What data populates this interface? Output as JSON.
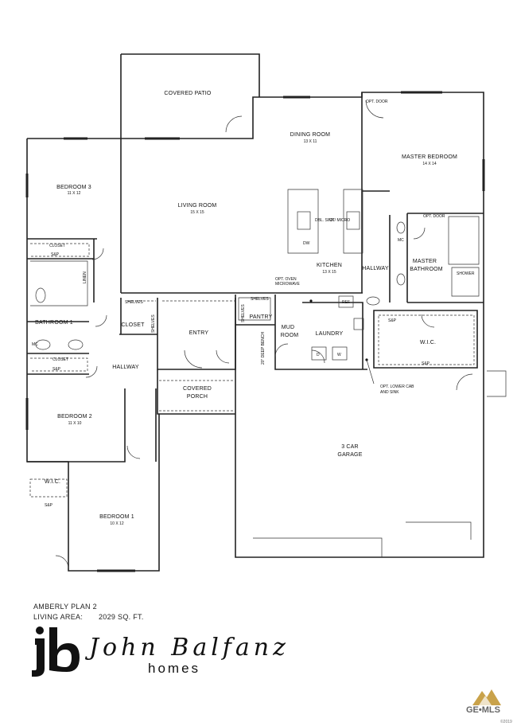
{
  "rooms": {
    "covered_patio": "COVERED PATIO",
    "dining_room": "DINING ROOM",
    "dining_dim": "13 X 11",
    "master_bedroom": "MASTER BEDROOM",
    "master_dim": "14 X 14",
    "bedroom3": "BEDROOM 3",
    "bedroom3_dim": "11 X 12",
    "living_room": "LIVING ROOM",
    "living_dim": "15 X 15",
    "kitchen": "KITCHEN",
    "kitchen_dim": "13 X 15",
    "hallway_right": "HALLWAY",
    "master_bathroom_1": "MASTER",
    "master_bathroom_2": "BATHROOM",
    "bathroom1": "BATHROOM 1",
    "closet": "CLOSET",
    "entry": "ENTRY",
    "pantry": "PANTRY",
    "mud_room_1": "MUD",
    "mud_room_2": "ROOM",
    "laundry": "LAUNDRY",
    "wic_master": "W.I.C.",
    "hallway_left": "HALLWAY",
    "covered_porch_1": "COVERED",
    "covered_porch_2": "PORCH",
    "garage_1": "3 CAR",
    "garage_2": "GARAGE",
    "bedroom2": "BEDROOM 2",
    "bedroom2_dim": "11 X 10",
    "wic_bed1": "W.I.C.",
    "bedroom1": "BEDROOM 1",
    "bedroom1_dim": "10 X 12"
  },
  "notes": {
    "opt_door_top": "OPT. DOOR",
    "opt_door_bath": "OPT. DOOR",
    "dbl_sink": "DBL. SINK",
    "ct_micro": "CT/ MICRO",
    "dw": "DW",
    "opt_oven_1": "OPT. OVEN",
    "opt_oven_2": "MICROWAVE",
    "ref": "REF",
    "closet_small": "CLOSET",
    "sbp": "S&P",
    "linen": "LINEN",
    "shelves": "SHELVES",
    "shower": "SHOWER",
    "mc": "MC",
    "d": "D",
    "w": "W",
    "bench": "20\" DEEP BENCH",
    "opt_lower_1": "OPT. LOWER CAB",
    "opt_lower_2": "AND SINK"
  },
  "footer": {
    "plan_name": "AMBERLY PLAN 2",
    "living_area_label": "LIVING AREA:",
    "living_area_value": "2029 SQ. FT."
  },
  "brand": {
    "monogram": "jb",
    "name": "John Balfanz",
    "sub": "homes"
  },
  "mls": {
    "logo_text": "GE•MLS",
    "year": "©2019"
  }
}
